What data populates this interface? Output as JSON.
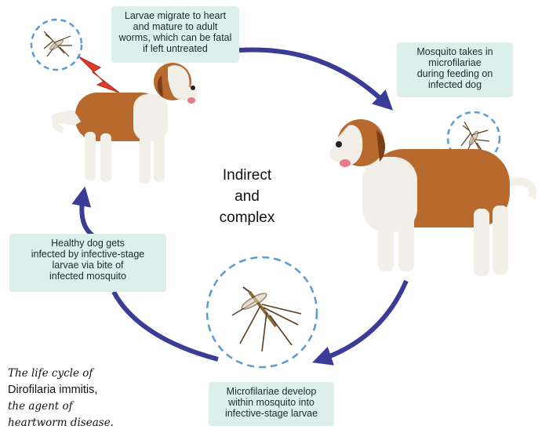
{
  "center": {
    "lines": [
      "Indirect",
      "and",
      "complex"
    ]
  },
  "steps": {
    "top": {
      "lines": [
        "Larvae migrate to heart",
        "and mature to adult",
        "worms, which can be fatal",
        "if left untreated"
      ]
    },
    "right": {
      "lines": [
        "Mosquito takes in",
        "microfilariae",
        "during feeding on",
        "infected dog"
      ]
    },
    "bottom": {
      "lines": [
        "Microfilariae develop",
        "within mosquito into",
        "infective-stage larvae"
      ]
    },
    "left": {
      "lines": [
        "Healthy dog gets",
        "infected by infective-stage",
        "larvae via bite of",
        "infected mosquito"
      ]
    }
  },
  "caption": {
    "line1": "The life cycle of",
    "line2": "Dirofilaria immitis,",
    "line3": "the agent of",
    "line4": "heartworm disease."
  },
  "colors": {
    "arrow": "#3a3c98",
    "box_fill": "#dcefea",
    "dashed_ring": "#5b9bd5",
    "lightning": "#e03a2a",
    "dog_tan": "#b8692e",
    "dog_white": "#f2efe9",
    "heart": "#c0392b"
  }
}
